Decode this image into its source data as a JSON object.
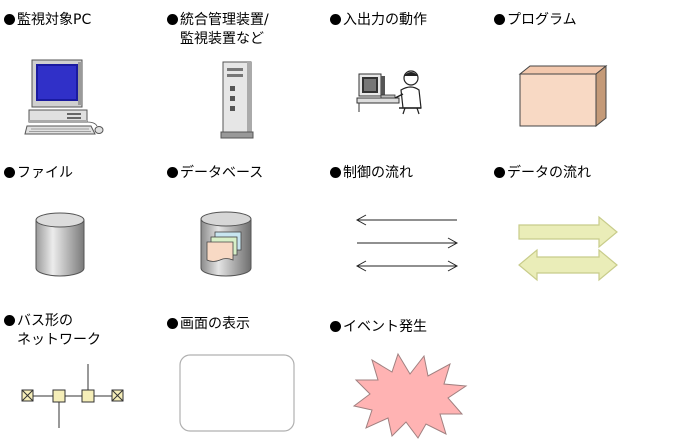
{
  "legend": {
    "monitor_pc": "監視対象PC",
    "integrated_mgmt_line1": "統合管理装置/",
    "integrated_mgmt_line2": "監視装置など",
    "io_operation": "入出力の動作",
    "program": "プログラム",
    "file": "ファイル",
    "database": "データベース",
    "control_flow": "制御の流れ",
    "data_flow": "データの流れ",
    "bus_network_line1": "バス形の",
    "bus_network_line2": "ネットワーク",
    "screen_display": "画面の表示",
    "event_occurrence": "イベント発生"
  },
  "icons": {
    "monitor_pc": "desktop-computer-icon",
    "integrated_mgmt": "server-tower-icon",
    "io_operation": "person-at-computer-icon",
    "program": "box-icon",
    "file": "cylinder-icon",
    "database": "database-cylinder-icon",
    "control_flow": "line-arrows-icon",
    "data_flow": "block-arrows-icon",
    "bus_network": "bus-network-icon",
    "screen_display": "rounded-rectangle-icon",
    "event_occurrence": "starburst-icon"
  },
  "colors": {
    "program_front": "#f8d9c4",
    "program_top": "#f3c8ad",
    "program_side": "#c49a78",
    "cylinder_light": "#e8e8e8",
    "cylinder_dark": "#8a8a8a",
    "data_arrow_fill": "#eaedb8",
    "data_arrow_stroke": "#c8cc8a",
    "bus_node": "#f5eeb8",
    "starburst": "#ffb3b3",
    "screen_border": "#b0b0b0"
  }
}
